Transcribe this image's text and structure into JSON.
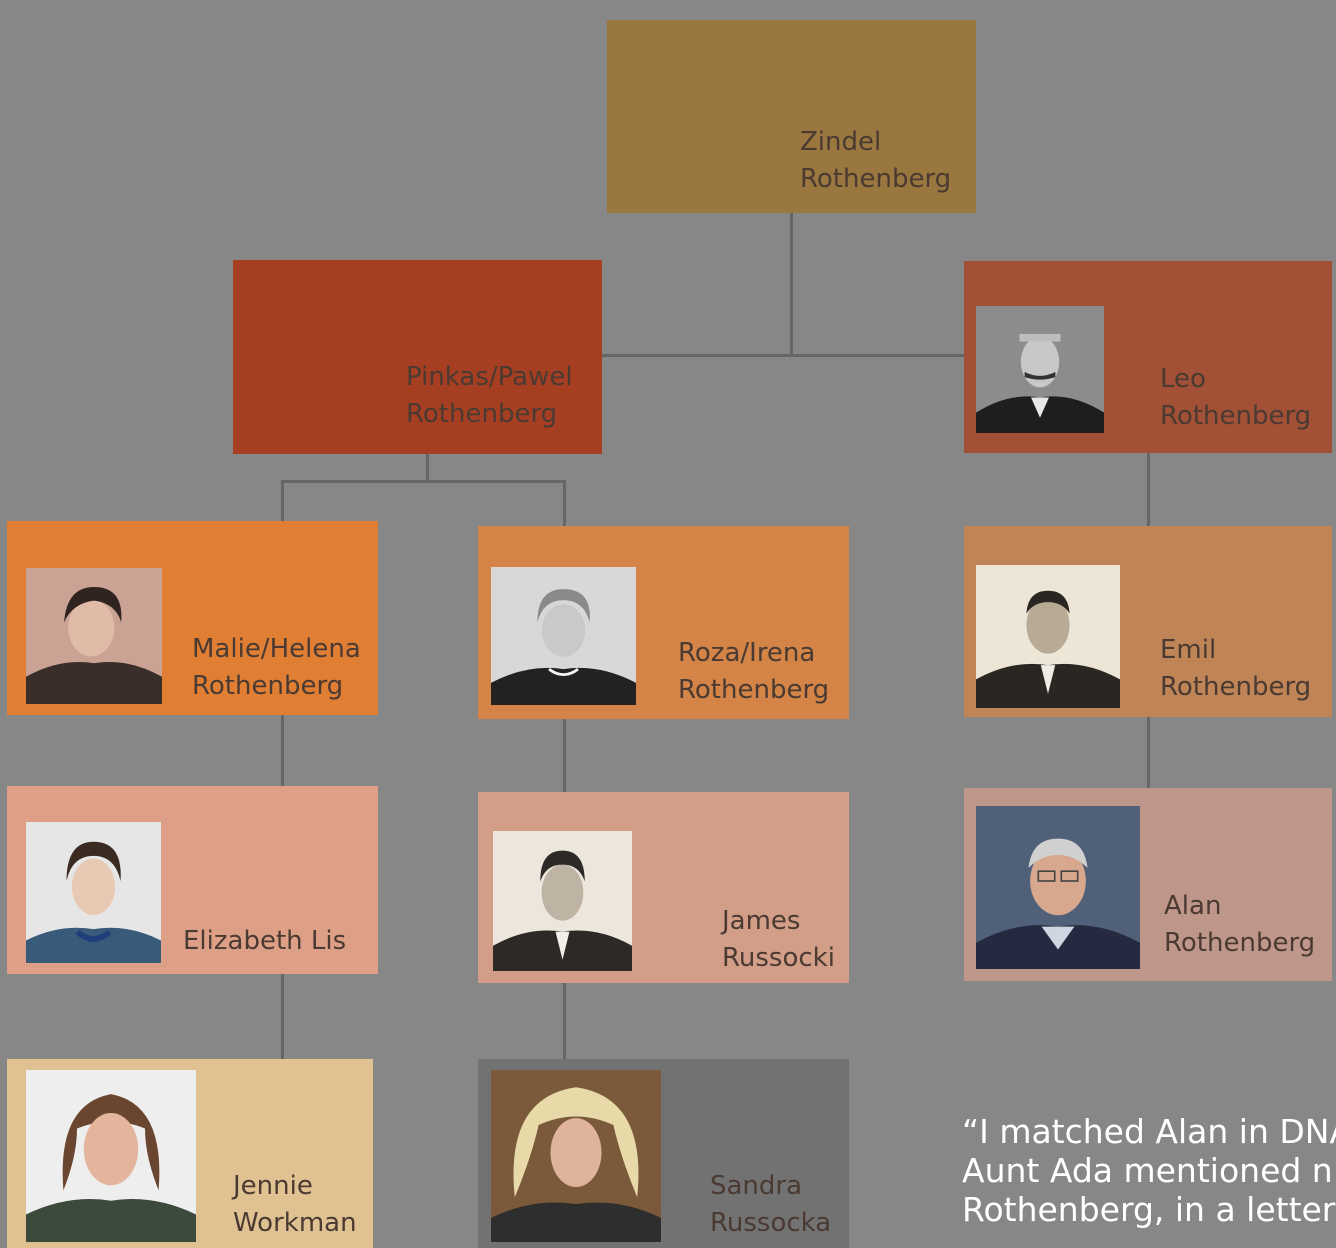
{
  "colors": {
    "background": "#878787",
    "connector": "#666666",
    "gen1": "#9b7740",
    "gen2_pinkas": "#a63f22",
    "gen2_leo": "#a25036",
    "gen3_malie": "#e07f33",
    "gen3_roza": "#d38446",
    "gen3_emil": "#c08556",
    "gen4_elizabeth": "#dda087",
    "gen4_james": "#d29e88",
    "gen4_alan": "#bf978a",
    "gen5_jennie": "#e0c292",
    "gen5_sandra": "#727272"
  },
  "people": {
    "zindel": {
      "line1": "Zindel",
      "line2": "Rothenberg"
    },
    "pinkas": {
      "line1": "Pinkas/Pawel",
      "line2": "Rothenberg"
    },
    "leo": {
      "line1": "Leo",
      "line2": "Rothenberg",
      "photo": "portrait-photo"
    },
    "malie": {
      "line1": "Malie/Helena",
      "line2": "Rothenberg",
      "photo": "portrait-photo"
    },
    "roza": {
      "line1": "Roza/Irena",
      "line2": "Rothenberg",
      "photo": "portrait-photo"
    },
    "emil": {
      "line1": "Emil",
      "line2": "Rothenberg",
      "photo": "portrait-photo"
    },
    "elizabeth": {
      "line1": "Elizabeth Lis",
      "photo": "portrait-photo"
    },
    "james": {
      "line1": "James",
      "line2": "Russocki",
      "photo": "portrait-photo"
    },
    "alan": {
      "line1": "Alan",
      "line2": "Rothenberg",
      "photo": "portrait-photo"
    },
    "jennie": {
      "line1": "Jennie",
      "line2": "Workman",
      "photo": "portrait-photo"
    },
    "sandra": {
      "line1": "Sandra",
      "line2": "Russocka",
      "photo": "portrait-photo"
    }
  },
  "quote": {
    "line1": "“I matched Alan in DNA",
    "line2": "Aunt Ada mentioned n",
    "line3": "Rothenberg, in a letter"
  }
}
